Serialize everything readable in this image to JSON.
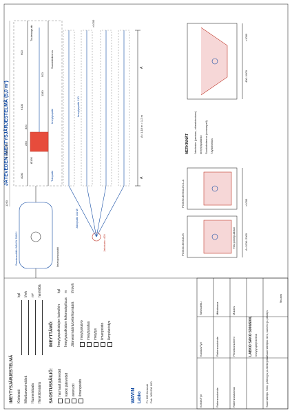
{
  "title": "JÄTEVEDEN IMEYTYSJÄRJESTELMÄ (5,0 m³)",
  "form": {
    "heading": "IMEYTYSJÄRJESTELMÄ",
    "fields": [
      {
        "label": "Kiinteistö",
        "unit": "kpl"
      },
      {
        "label": "Mitoitusvesimäärä",
        "unit": "l/vrk"
      },
      {
        "label": "Huoneistoala",
        "unit": "m²"
      },
      {
        "label": "Henkilömäärä",
        "unit": "henkilöä"
      }
    ],
    "saostus_heading": "SAOSTUSSÄILIÖ:",
    "saostus_options": [
      "harmaat jätevedet",
      "kaikki jätevedet",
      "avovuoti",
      "ilmanpoisto"
    ],
    "imeytys_heading": "IMEYTTÄMÖ:",
    "imeytys_fields": [
      {
        "label": "Imeytysputkistojen kaivoihin",
        "unit": "kpl"
      },
      {
        "label": "Imeytysputkiston kokonaispituus",
        "unit": "m"
      },
      {
        "label": "Jätevesimäärä/ovitehtomäärä",
        "unit": "l/m/vrk"
      }
    ],
    "imeytys_options": [
      "imeytyskaivo",
      "imeytysallas",
      "imeytys",
      "ilmanpoisto",
      "lämpöeristys"
    ]
  },
  "plan_labels": {
    "inlet": "Saostussäiliö WAVIN 5000 l",
    "vent": "Ilmanpoistoputki",
    "dist_well": "Jakokaivo 400",
    "dist_pipe": "Jakoputki 110 Ø",
    "perf_pipe": "Imeytysputki 110",
    "dim_a": "A",
    "dim_total": "A= 1,18 m = 1,2 m",
    "spacing": ">1000"
  },
  "section_labels": {
    "inlet": "Tuloputki",
    "vent": "Tuuletusputki",
    "gravel": "Suodatinkerros",
    "perf": "Imeytysputki",
    "pipe_dim": "Ø160",
    "d1260": "1260",
    "d4000": "4000",
    "d6100": "6100",
    "d600": "600",
    "d250": "250",
    "d320": "320",
    "d2500": "h=Max 2500",
    "d1180": "1180",
    "d500": "500",
    "d400": "400–1000",
    "d1000": ">1000",
    "d2000": "A=1000–2000"
  },
  "notes": {
    "heading": "MERKINNÄT",
    "items": [
      "Jakokaivo (jaetaan, oikeakokoisen)",
      "Imeytysputkisto",
      "Suodatinkerros (sorasepeli)",
      "Täyttöhiekka"
    ]
  },
  "details": {
    "cross_a": "POIKKILEIKKAUS",
    "cross_b": "POIKKILEIKKAUS A–A",
    "fill": "Yksi polveputkisto"
  },
  "logo": {
    "name": "WAVIN",
    "sub": "Labko",
    "address": "PL 000 Helsinki",
    "phone": "Puh. 000 000 000"
  },
  "titleblock": {
    "rows": [
      {
        "l": "Kohde/Työ",
        "m": "Kuvaus/Työ",
        "r": "Tarkastettu"
      },
      {
        "l": "Rakennuskohde",
        "m": "Rakennuskohde",
        "r": "Mittakaava"
      },
      {
        "l": "Rakennustunnus",
        "m": "Piirustusnumero",
        "r": "Muutos"
      }
    ],
    "drawing": "LABKO SAKO 5000/600L",
    "system": "Imeytysjärjestelmä",
    "note": "Suunnittelija: Nimi, pätevyys ja allekirjoitus",
    "note2": "Suunnittelijan nimi, numero ja päiväys",
    "scale": "Muutos"
  }
}
